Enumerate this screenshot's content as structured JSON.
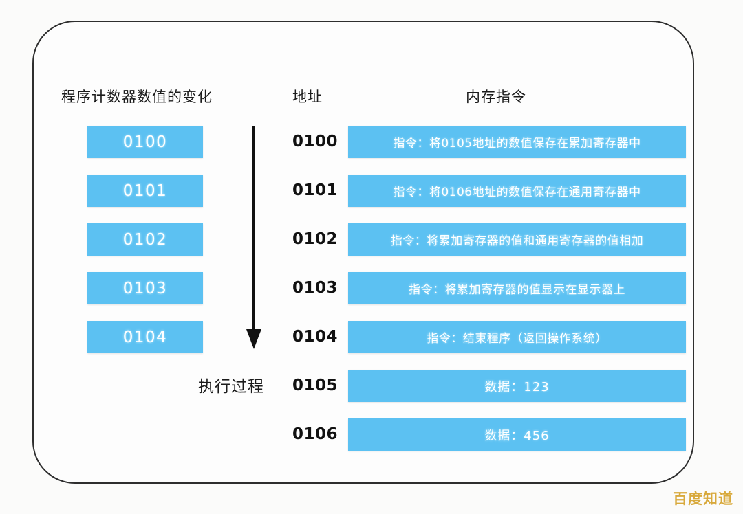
{
  "headers": {
    "program_counter": "程序计数器数值的变化",
    "address": "地址",
    "memory_instruction": "内存指令"
  },
  "execution_label": "执行过程",
  "colors": {
    "bar_blue": "#5cc1f2",
    "frame_border": "#2e2e2e",
    "background": "#fbfbfa",
    "watermark": "#d8a93c"
  },
  "program_counter_values": [
    {
      "value": "0100"
    },
    {
      "value": "0101"
    },
    {
      "value": "0102"
    },
    {
      "value": "0103"
    },
    {
      "value": "0104"
    }
  ],
  "memory_rows": [
    {
      "address": "0100",
      "content": "指令：将0105地址的数值保存在累加寄存器中",
      "kind": "instruction"
    },
    {
      "address": "0101",
      "content": "指令：将0106地址的数值保存在通用寄存器中",
      "kind": "instruction"
    },
    {
      "address": "0102",
      "content": "指令：将累加寄存器的值和通用寄存器的值相加",
      "kind": "instruction"
    },
    {
      "address": "0103",
      "content": "指令：将累加寄存器的值显示在显示器上",
      "kind": "instruction"
    },
    {
      "address": "0104",
      "content": "指令：结束程序（返回操作系统）",
      "kind": "instruction"
    },
    {
      "address": "0105",
      "content": "数据：123",
      "kind": "data"
    },
    {
      "address": "0106",
      "content": "数据：456",
      "kind": "data"
    }
  ],
  "watermark": "百度知道"
}
